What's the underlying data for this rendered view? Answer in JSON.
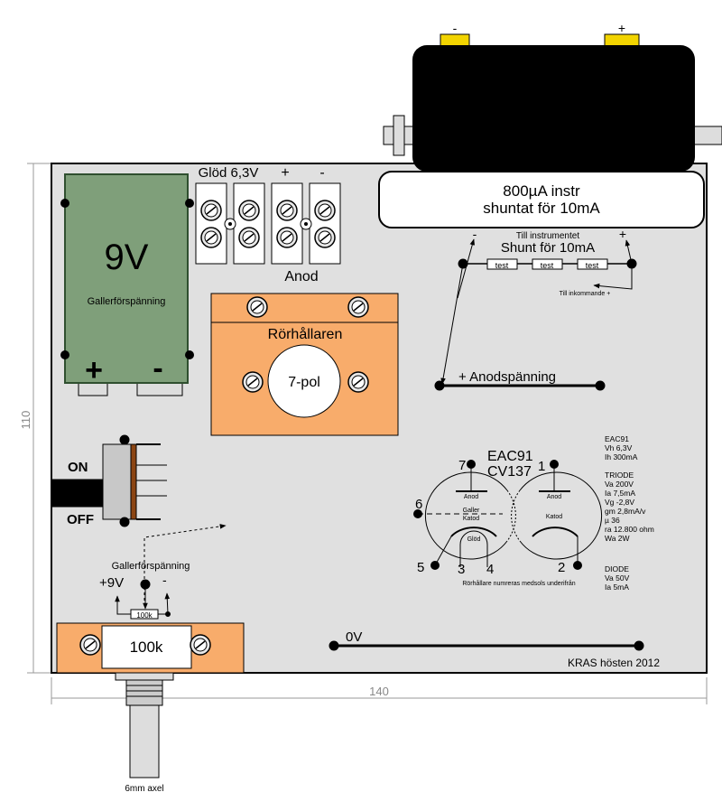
{
  "dimensions": {
    "height": "110",
    "width": "140"
  },
  "meter": {
    "minus": "-",
    "plus": "+",
    "line1": "800µA instr",
    "line2": "shuntat för 10mA"
  },
  "battery": {
    "voltage": "9V",
    "label": "Gallerförspänning",
    "plus": "+",
    "minus": "-"
  },
  "terminals": {
    "glod": "Glöd 6,3V",
    "plus": "+",
    "minus": "-",
    "anod": "Anod"
  },
  "socket": {
    "title": "Rörhållaren",
    "center": "7-pol"
  },
  "shunt": {
    "to_instrument": "Till instrumentet",
    "title": "Shunt för 10mA",
    "minus": "-",
    "plus": "+",
    "resistors": [
      "test",
      "test",
      "test"
    ],
    "incoming": "Till inkommande +"
  },
  "anode_supply": "+ Anodspänning",
  "switch": {
    "on": "ON",
    "off": "OFF"
  },
  "grid_bias": {
    "label": "Gallerförspänning",
    "plus": "+9V",
    "minus": "-",
    "resistor": "100k"
  },
  "pot": {
    "label": "100k",
    "axle": "6mm axel"
  },
  "ground": "0V",
  "credit": "KRAS hösten 2012",
  "tube": {
    "name1": "EAC91",
    "name2": "CV137",
    "labels": {
      "anod_left": "Anod",
      "galler": "Galler",
      "katod_left": "Katod",
      "glod": "Glöd",
      "anod_right": "Anod",
      "katod_right": "Katod"
    },
    "pins": [
      "1",
      "2",
      "3",
      "4",
      "5",
      "6",
      "7"
    ],
    "note": "Rörhållare numreras medsols underifrån"
  },
  "specs": {
    "header": [
      "EAC91",
      "Vh 6,3V",
      "Ih 300mA"
    ],
    "triode": [
      "TRIODE",
      "Va 200V",
      "Ia 7,5mA",
      "Vg -2,8V",
      "gm 2,8mA/v",
      "µ 36",
      "ra 12.800 ohm",
      "Wa 2W"
    ],
    "diode": [
      "DIODE",
      "Va 50V",
      "Ia 5mA"
    ]
  }
}
